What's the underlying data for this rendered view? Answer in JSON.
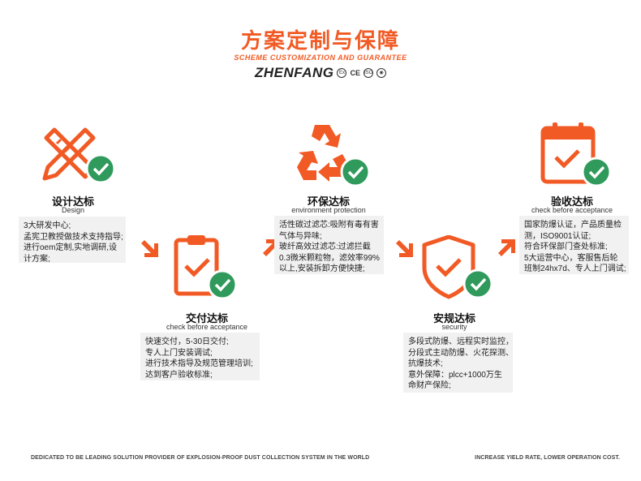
{
  "header": {
    "title": "方案定制与保障",
    "subtitle": "SCHEME CUSTOMIZATION AND GUARANTEE",
    "brand": "ZHENFANG",
    "cert_marks": [
      "Ex",
      "CE",
      "ISO"
    ]
  },
  "steps": [
    {
      "name": "设计达标",
      "sub": "Design",
      "icon": "ruler-pencil-icon",
      "lines": [
        "3大研发中心;",
        "孟宪卫教授做技术支持指导;",
        "进行oem定制,实地调研,设",
        "计方案;"
      ]
    },
    {
      "name": "交付达标",
      "sub": "check before acceptance",
      "icon": "clipboard-check-icon",
      "lines": [
        "快速交付，5-30日交付;",
        "专人上门安装调试;",
        "进行技术指导及规范管理培训;",
        "达到客户验收标准;"
      ]
    },
    {
      "name": "环保达标",
      "sub": "environment protection",
      "icon": "recycle-icon",
      "lines": [
        "活性碳过滤芯:吸附有毒有害",
        "气体与异味;",
        "玻纤高效过滤芯:过滤拦截",
        "0.3微米颗粒物，滤效率99%",
        "以上,安装拆卸方便快捷;"
      ]
    },
    {
      "name": "安规达标",
      "sub": "security",
      "icon": "shield-check-icon",
      "lines": [
        "多段式防爆、远程实时监控，",
        "分段式主动防爆、火花探测、",
        "抗爆技术;",
        "意外保障：plcc+1000万生",
        "命财产保险;"
      ]
    },
    {
      "name": "验收达标",
      "sub": "check before acceptance",
      "icon": "calendar-check-icon",
      "lines": [
        "国家防爆认证，产品质量检",
        "测，ISO9001认证;",
        "符合环保部门查处标准;",
        "5大运营中心，客服售后轮",
        "班制24hx7d、专人上门调试;"
      ]
    }
  ],
  "footer": {
    "left": "DEDICATED TO BE LEADING SOLUTION PROVIDER OF EXPLOSION-PROOF DUST COLLECTION SYSTEM IN THE WORLD",
    "right": "INCREASE YIELD RATE, LOWER OPERATION COST."
  },
  "colors": {
    "accent": "#f15a24",
    "check": "#2f9a5b",
    "box": "#f1f1f1"
  }
}
